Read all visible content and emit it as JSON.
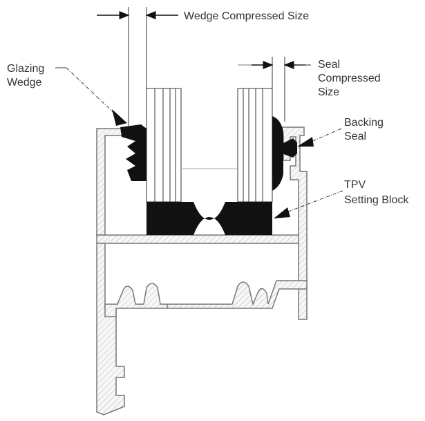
{
  "diagram": {
    "labels": {
      "wedge_compressed_size": "Wedge Compressed Size",
      "glazing_wedge_line1": "Glazing",
      "glazing_wedge_line2": "Wedge",
      "seal_compressed_line1": "Seal",
      "seal_compressed_line2": "Compressed",
      "seal_compressed_line3": "Size",
      "backing_seal_line1": "Backing",
      "backing_seal_line2": "Seal",
      "tpv_line1": "TPV",
      "tpv_line2": "Setting Block"
    },
    "colors": {
      "ink": "#111111",
      "frame_fill": "#f7f7f7",
      "frame_stroke": "#777777",
      "text": "#333333"
    }
  }
}
